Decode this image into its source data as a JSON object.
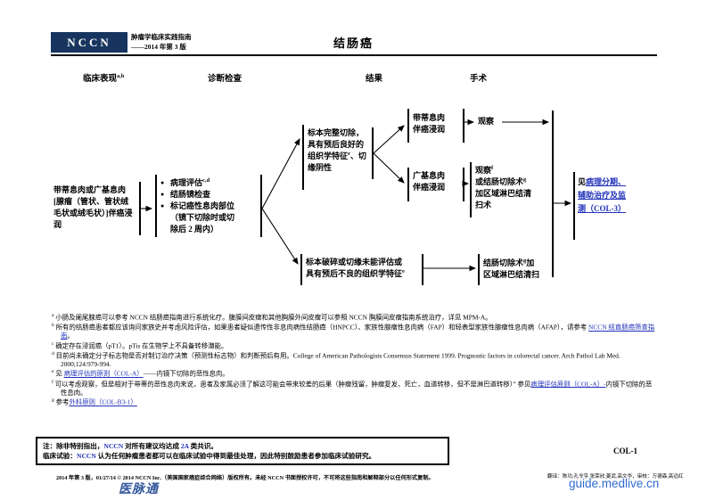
{
  "header": {
    "logo": "NCCN",
    "subtitle1": "肿瘤学临床实践指南",
    "subtitle2": "——2014 年第 3 版",
    "title": "结肠癌"
  },
  "columns": [
    {
      "label": "临床表现",
      "sup": "a,b"
    },
    {
      "label": "诊断检查",
      "sup": ""
    },
    {
      "label": "结果",
      "sup": ""
    },
    {
      "label": "手术",
      "sup": ""
    }
  ],
  "flow": {
    "presentation": {
      "text": "带蒂息肉或广基息肉[腺瘤（管状、管状绒毛状或绒毛状）]伴癌浸润"
    },
    "workup": {
      "bullet": "●",
      "items": [
        {
          "text": "病理评估",
          "sup": "c,d"
        },
        {
          "text": "结肠镜检查",
          "sup": ""
        },
        {
          "text": "标记癌性息肉部位（镜下切除时或切除后 2 周内）",
          "sup": ""
        }
      ]
    },
    "complete_excision": {
      "pre": "标本完整切除，具有预后良好的组织学特征",
      "sup": "e",
      "post": "、切缘阴性"
    },
    "fragmented": {
      "pre": "标本破碎或切缘未能评估或具有预后不良的组织学特征",
      "sup": "e",
      "post": ""
    },
    "pedunculated": {
      "text": "带蒂息肉伴癌浸润"
    },
    "sessile": {
      "text": "广基息肉伴癌浸润"
    },
    "observe": {
      "text": "观察"
    },
    "observe_or_resect": {
      "lines": [
        {
          "text": "观察",
          "sup": "f"
        },
        {
          "text": "或结肠切除术",
          "sup": "g"
        },
        {
          "text": "加区域淋巴结清扫术",
          "sup": ""
        }
      ]
    },
    "colectomy": {
      "pre": "结肠切除术",
      "sup": "g",
      "post": "加区域淋巴结清扫"
    },
    "see": {
      "prefix": "见",
      "link": "病理分期、辅助治疗及监测（COL-3）"
    }
  },
  "footnotes": [
    {
      "marker": "a",
      "segments": [
        {
          "t": "小肠及阑尾腺癌可以参考 NCCN 结肠癌指南进行系统化疗。腹膜间皮瘤和其他胸膜外间皮瘤可以参照 NCCN 胸膜间皮瘤指南系统治疗，详见 MPM-A。"
        }
      ]
    },
    {
      "marker": "b",
      "segments": [
        {
          "t": "所有的结肠癌患者都应该询问家族史并考虑风险评估，如果患者疑似遗传性非息肉病性结肠癌（HNPCC）、家族性腺瘤性息肉病（FAP）和轻表型家族性腺瘤性息肉病（AFAP），请参考 "
        },
        {
          "l": "NCCN 结直肠癌筛查指南"
        },
        {
          "t": "。"
        }
      ]
    },
    {
      "marker": "c",
      "segments": [
        {
          "t": "确定存在浸润癌（pT1）。pTis 在生物学上不具备转移潜能。"
        }
      ]
    },
    {
      "marker": "d",
      "segments": [
        {
          "t": "目前尚未确定分子标志物是否对制订治疗决策（预测性标志物）和判断预后有用。College of American Pathologists Consensus Statement 1999. Prognostic factors in colorectal cancer. Arch Pathol Lab Med. 2000;124:979-994."
        }
      ]
    },
    {
      "marker": "e",
      "segments": [
        {
          "t": "见 "
        },
        {
          "l": "病理评估的原则（COL-A）"
        },
        {
          "t": "——内镜下切除的恶性息肉。"
        }
      ]
    },
    {
      "marker": "f",
      "segments": [
        {
          "t": "可以考虑观察，但是相对于带蒂的恶性息肉来说，患者及家属必须了解这可能会带来较差的后果（肿瘤残留，肿瘤复发，死亡，血道转移，但不是淋巴道转移）” 参见"
        },
        {
          "l": "病理评估原则（COL-A）-"
        },
        {
          "t": "内镜下切除的恶性息肉。"
        }
      ]
    },
    {
      "marker": "g",
      "segments": [
        {
          "t": "参考"
        },
        {
          "l": "外科原则（COL-B3-1）"
        }
      ]
    }
  ],
  "note_box": {
    "lines": [
      [
        {
          "v": "注：除非特别指出，"
        },
        {
          "v": "NCCN",
          "blue": true
        },
        {
          "v": " 对所有建议均达成 "
        },
        {
          "v": "2A",
          "blue": true
        },
        {
          "v": " 类共识。"
        }
      ],
      [
        {
          "v": "临床试验："
        },
        {
          "v": "NCCN",
          "blue": true
        },
        {
          "v": " 认为任何肿瘤患者都可以在临床试验中得到最佳处理，因此特别鼓励患者参加临床试验研究。"
        }
      ]
    ]
  },
  "page_label": "COL-1",
  "footer": {
    "copyright": "2014 年第 3 版，01/27/14 © 2014 NCCN Inc.（美国国家癌症综合网络）版权所有。未经 NCCN 书面授权许可，不可将这些指南和解释部分以任何形式复制。",
    "medlive_logo": "医脉通",
    "credits": "翻译：陈功,孔令亨,张荣欣,姜武,高文华，审校：万德森,高远红",
    "site": "guide.medlive.cn"
  },
  "colors": {
    "link_blue": "#2233bb",
    "nccn_navy": "#17355e",
    "medlive_blue": "#2e6bd0"
  }
}
